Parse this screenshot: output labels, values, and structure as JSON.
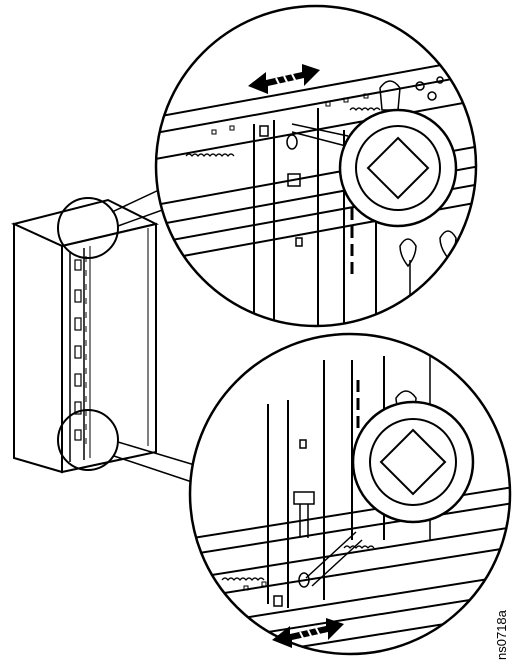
{
  "figure": {
    "id_label": "ns0718a"
  },
  "colors": {
    "line": "#000000",
    "background": "#ffffff"
  },
  "callouts": [
    {
      "name": "top-detail",
      "icon": "square-hole-diamond-icon"
    },
    {
      "name": "bottom-detail",
      "icon": "square-hole-diamond-icon"
    }
  ],
  "arrows": [
    {
      "name": "top-slide-arrow",
      "direction": "horizontal-double"
    },
    {
      "name": "bottom-slide-arrow",
      "direction": "horizontal-double"
    }
  ]
}
